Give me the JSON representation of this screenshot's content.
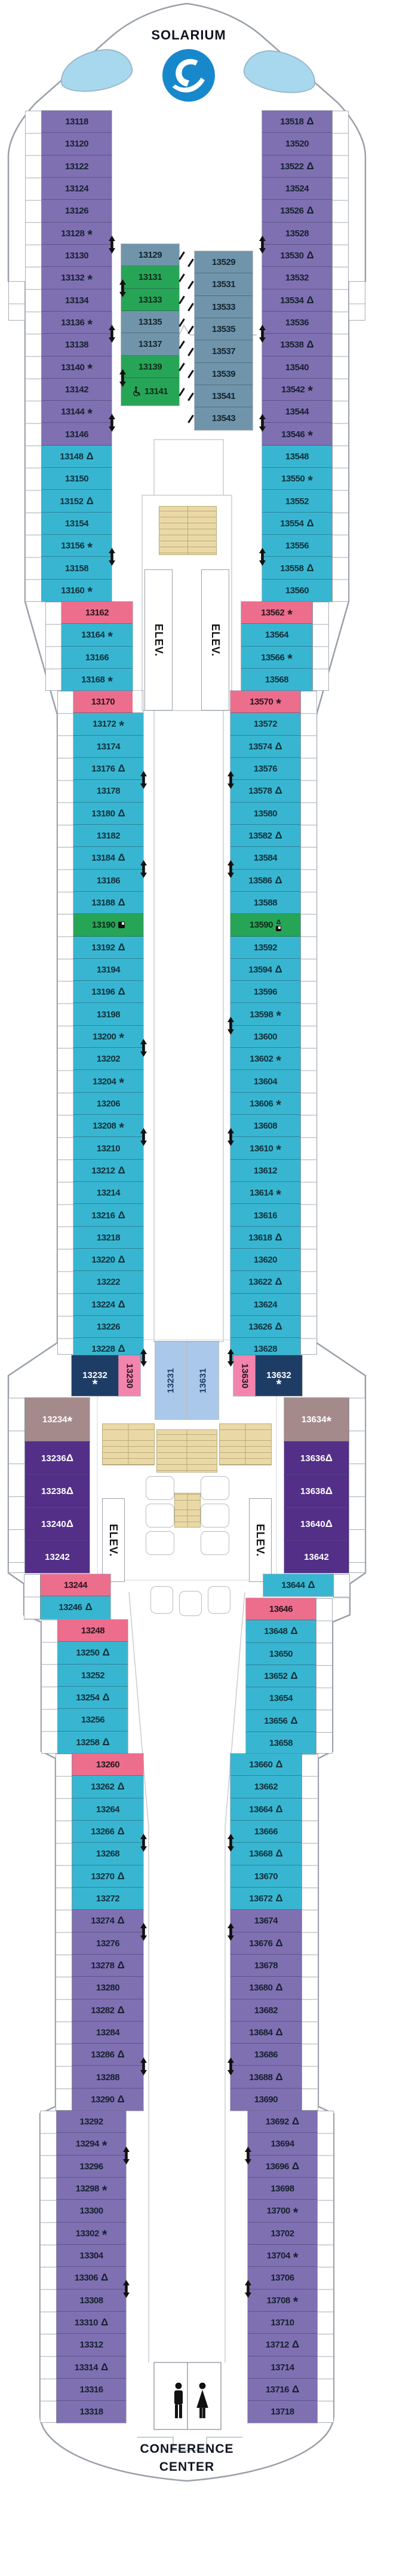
{
  "title": "SOLARIUM",
  "footer": {
    "line1": "CONFERENCE",
    "line2": "CENTER"
  },
  "elevator_label": "ELEV.",
  "colors": {
    "purple": "#7f70b2",
    "teal": "#38b6d1",
    "pink": "#ed6d8c",
    "pink_vertical": "#f384ae",
    "green": "#27a557",
    "slate": "#7095aa",
    "navy": "#1e3d66",
    "mauve": "#a58a8c",
    "dark_purple": "#532f88",
    "periwinkle": "#a9c8ea",
    "stairs_tan": "#ead9a6",
    "pool_blue": "#a8d8ee",
    "logo_blue": "#1788cc"
  },
  "symbols_legend": {
    "t": "triangle",
    "a": "asterisk",
    "s": "sofa-bed",
    "ts": "triangle-and-sofa-bed",
    "w": "wheelchair-accessible"
  },
  "port_forward": [
    {
      "n": "13118",
      "c": "purple",
      "s": ""
    },
    {
      "n": "13120",
      "c": "purple",
      "s": ""
    },
    {
      "n": "13122",
      "c": "purple",
      "s": ""
    },
    {
      "n": "13124",
      "c": "purple",
      "s": ""
    },
    {
      "n": "13126",
      "c": "purple",
      "s": ""
    },
    {
      "n": "13128",
      "c": "purple",
      "s": "a"
    },
    {
      "n": "13130",
      "c": "purple",
      "s": ""
    },
    {
      "n": "13132",
      "c": "purple",
      "s": "a"
    },
    {
      "n": "13134",
      "c": "purple",
      "s": ""
    },
    {
      "n": "13136",
      "c": "purple",
      "s": "a"
    },
    {
      "n": "13138",
      "c": "purple",
      "s": ""
    },
    {
      "n": "13140",
      "c": "purple",
      "s": "a"
    },
    {
      "n": "13142",
      "c": "purple",
      "s": ""
    },
    {
      "n": "13144",
      "c": "purple",
      "s": "a"
    },
    {
      "n": "13146",
      "c": "purple",
      "s": ""
    },
    {
      "n": "13148",
      "c": "teal",
      "s": "t"
    },
    {
      "n": "13150",
      "c": "teal",
      "s": ""
    },
    {
      "n": "13152",
      "c": "teal",
      "s": "t"
    },
    {
      "n": "13154",
      "c": "teal",
      "s": ""
    },
    {
      "n": "13156",
      "c": "teal",
      "s": "a"
    },
    {
      "n": "13158",
      "c": "teal",
      "s": ""
    },
    {
      "n": "13160",
      "c": "teal",
      "s": "a"
    }
  ],
  "port_forward_step": [
    {
      "n": "13162",
      "c": "pink",
      "s": ""
    },
    {
      "n": "13164",
      "c": "teal",
      "s": "a"
    },
    {
      "n": "13166",
      "c": "teal",
      "s": ""
    },
    {
      "n": "13168",
      "c": "teal",
      "s": "a"
    }
  ],
  "port_mid": [
    {
      "n": "13170",
      "c": "pink",
      "s": ""
    },
    {
      "n": "13172",
      "c": "teal",
      "s": "a"
    },
    {
      "n": "13174",
      "c": "teal",
      "s": ""
    },
    {
      "n": "13176",
      "c": "teal",
      "s": "t"
    },
    {
      "n": "13178",
      "c": "teal",
      "s": ""
    },
    {
      "n": "13180",
      "c": "teal",
      "s": "t"
    },
    {
      "n": "13182",
      "c": "teal",
      "s": ""
    },
    {
      "n": "13184",
      "c": "teal",
      "s": "t"
    },
    {
      "n": "13186",
      "c": "teal",
      "s": ""
    },
    {
      "n": "13188",
      "c": "teal",
      "s": "t"
    },
    {
      "n": "13190",
      "c": "green",
      "s": "s"
    },
    {
      "n": "13192",
      "c": "teal",
      "s": "t"
    },
    {
      "n": "13194",
      "c": "teal",
      "s": ""
    },
    {
      "n": "13196",
      "c": "teal",
      "s": "t"
    },
    {
      "n": "13198",
      "c": "teal",
      "s": ""
    },
    {
      "n": "13200",
      "c": "teal",
      "s": "a"
    },
    {
      "n": "13202",
      "c": "teal",
      "s": ""
    },
    {
      "n": "13204",
      "c": "teal",
      "s": "a"
    },
    {
      "n": "13206",
      "c": "teal",
      "s": ""
    },
    {
      "n": "13208",
      "c": "teal",
      "s": "a"
    },
    {
      "n": "13210",
      "c": "teal",
      "s": ""
    },
    {
      "n": "13212",
      "c": "teal",
      "s": "t"
    },
    {
      "n": "13214",
      "c": "teal",
      "s": ""
    },
    {
      "n": "13216",
      "c": "teal",
      "s": "t"
    },
    {
      "n": "13218",
      "c": "teal",
      "s": ""
    },
    {
      "n": "13220",
      "c": "teal",
      "s": "t"
    },
    {
      "n": "13222",
      "c": "teal",
      "s": ""
    },
    {
      "n": "13224",
      "c": "teal",
      "s": "t"
    },
    {
      "n": "13226",
      "c": "teal",
      "s": ""
    },
    {
      "n": "13228",
      "c": "teal",
      "s": "t"
    }
  ],
  "center_port_column": [
    {
      "n": "13129",
      "c": "slate",
      "s": ""
    },
    {
      "n": "13131",
      "c": "green",
      "s": ""
    },
    {
      "n": "13133",
      "c": "green",
      "s": ""
    },
    {
      "n": "13135",
      "c": "slate",
      "s": ""
    },
    {
      "n": "13137",
      "c": "slate",
      "s": ""
    },
    {
      "n": "13139",
      "c": "green",
      "s": ""
    },
    {
      "n": "13141",
      "c": "green",
      "s": "w"
    }
  ],
  "center_stbd_column": [
    {
      "n": "13529",
      "c": "slate",
      "s": ""
    },
    {
      "n": "13531",
      "c": "slate",
      "s": ""
    },
    {
      "n": "13533",
      "c": "slate",
      "s": ""
    },
    {
      "n": "13535",
      "c": "slate",
      "s": ""
    },
    {
      "n": "13537",
      "c": "slate",
      "s": ""
    },
    {
      "n": "13539",
      "c": "slate",
      "s": ""
    },
    {
      "n": "13541",
      "c": "slate",
      "s": ""
    },
    {
      "n": "13543",
      "c": "slate",
      "s": ""
    }
  ],
  "midship_blocks": [
    {
      "n": "13230",
      "c": "pink_vertical",
      "s": "",
      "orient": "vertical"
    },
    {
      "n": "13232",
      "c": "navy",
      "s": "a",
      "orient": "two-line"
    },
    {
      "n": "13231",
      "c": "periwinkle",
      "s": "",
      "orient": "vertical"
    },
    {
      "n": "13631",
      "c": "periwinkle",
      "s": "",
      "orient": "vertical"
    },
    {
      "n": "13630",
      "c": "pink_vertical",
      "s": "",
      "orient": "vertical"
    },
    {
      "n": "13632",
      "c": "navy",
      "s": "a",
      "orient": "two-line"
    },
    {
      "n": "13234",
      "c": "mauve",
      "s": "a",
      "orient": "inline"
    },
    {
      "n": "13634",
      "c": "mauve",
      "s": "a",
      "orient": "inline"
    },
    {
      "n": "13236",
      "c": "dark_purple",
      "s": "t",
      "orient": "inline"
    },
    {
      "n": "13238",
      "c": "dark_purple",
      "s": "t",
      "orient": "inline"
    },
    {
      "n": "13240",
      "c": "dark_purple",
      "s": "t",
      "orient": "inline"
    },
    {
      "n": "13242",
      "c": "dark_purple",
      "s": "",
      "orient": "inline"
    },
    {
      "n": "13636",
      "c": "dark_purple",
      "s": "t",
      "orient": "inline"
    },
    {
      "n": "13638",
      "c": "dark_purple",
      "s": "t",
      "orient": "inline"
    },
    {
      "n": "13640",
      "c": "dark_purple",
      "s": "t",
      "orient": "inline"
    },
    {
      "n": "13642",
      "c": "dark_purple",
      "s": "",
      "orient": "inline"
    }
  ],
  "port_aft_a": [
    {
      "n": "13244",
      "c": "pink",
      "s": ""
    },
    {
      "n": "13246",
      "c": "teal",
      "s": "t"
    }
  ],
  "port_aft_b": [
    {
      "n": "13248",
      "c": "pink",
      "s": ""
    },
    {
      "n": "13250",
      "c": "teal",
      "s": "t"
    },
    {
      "n": "13252",
      "c": "teal",
      "s": ""
    },
    {
      "n": "13254",
      "c": "teal",
      "s": "t"
    },
    {
      "n": "13256",
      "c": "teal",
      "s": ""
    },
    {
      "n": "13258",
      "c": "teal",
      "s": "t"
    }
  ],
  "port_aft_c": [
    {
      "n": "13260",
      "c": "pink",
      "s": ""
    },
    {
      "n": "13262",
      "c": "teal",
      "s": "t"
    },
    {
      "n": "13264",
      "c": "teal",
      "s": ""
    },
    {
      "n": "13266",
      "c": "teal",
      "s": "t"
    },
    {
      "n": "13268",
      "c": "teal",
      "s": ""
    },
    {
      "n": "13270",
      "c": "teal",
      "s": "t"
    },
    {
      "n": "13272",
      "c": "teal",
      "s": ""
    },
    {
      "n": "13274",
      "c": "purple",
      "s": "t"
    },
    {
      "n": "13276",
      "c": "purple",
      "s": ""
    },
    {
      "n": "13278",
      "c": "purple",
      "s": "t"
    },
    {
      "n": "13280",
      "c": "purple",
      "s": ""
    },
    {
      "n": "13282",
      "c": "purple",
      "s": "t"
    },
    {
      "n": "13284",
      "c": "purple",
      "s": ""
    },
    {
      "n": "13286",
      "c": "purple",
      "s": "t"
    },
    {
      "n": "13288",
      "c": "purple",
      "s": ""
    },
    {
      "n": "13290",
      "c": "purple",
      "s": "t"
    }
  ],
  "port_aft_d": [
    {
      "n": "13292",
      "c": "purple",
      "s": ""
    },
    {
      "n": "13294",
      "c": "purple",
      "s": "a"
    },
    {
      "n": "13296",
      "c": "purple",
      "s": ""
    },
    {
      "n": "13298",
      "c": "purple",
      "s": "a"
    },
    {
      "n": "13300",
      "c": "purple",
      "s": ""
    },
    {
      "n": "13302",
      "c": "purple",
      "s": "a"
    },
    {
      "n": "13304",
      "c": "purple",
      "s": ""
    },
    {
      "n": "13306",
      "c": "purple",
      "s": "t"
    },
    {
      "n": "13308",
      "c": "purple",
      "s": ""
    },
    {
      "n": "13310",
      "c": "purple",
      "s": "t"
    },
    {
      "n": "13312",
      "c": "purple",
      "s": ""
    },
    {
      "n": "13314",
      "c": "purple",
      "s": "t"
    },
    {
      "n": "13316",
      "c": "purple",
      "s": ""
    },
    {
      "n": "13318",
      "c": "purple",
      "s": ""
    }
  ],
  "stbd_forward": [
    {
      "n": "13518",
      "c": "purple",
      "s": "t"
    },
    {
      "n": "13520",
      "c": "purple",
      "s": ""
    },
    {
      "n": "13522",
      "c": "purple",
      "s": "t"
    },
    {
      "n": "13524",
      "c": "purple",
      "s": ""
    },
    {
      "n": "13526",
      "c": "purple",
      "s": "t"
    },
    {
      "n": "13528",
      "c": "purple",
      "s": ""
    },
    {
      "n": "13530",
      "c": "purple",
      "s": "t"
    },
    {
      "n": "13532",
      "c": "purple",
      "s": ""
    },
    {
      "n": "13534",
      "c": "purple",
      "s": "t"
    },
    {
      "n": "13536",
      "c": "purple",
      "s": ""
    },
    {
      "n": "13538",
      "c": "purple",
      "s": "t"
    },
    {
      "n": "13540",
      "c": "purple",
      "s": ""
    },
    {
      "n": "13542",
      "c": "purple",
      "s": "a"
    },
    {
      "n": "13544",
      "c": "purple",
      "s": ""
    },
    {
      "n": "13546",
      "c": "purple",
      "s": "a"
    },
    {
      "n": "13548",
      "c": "teal",
      "s": ""
    },
    {
      "n": "13550",
      "c": "teal",
      "s": "a"
    },
    {
      "n": "13552",
      "c": "teal",
      "s": ""
    },
    {
      "n": "13554",
      "c": "teal",
      "s": "t"
    },
    {
      "n": "13556",
      "c": "teal",
      "s": ""
    },
    {
      "n": "13558",
      "c": "teal",
      "s": "t"
    },
    {
      "n": "13560",
      "c": "teal",
      "s": ""
    }
  ],
  "stbd_forward_step": [
    {
      "n": "13562",
      "c": "pink",
      "s": "a"
    },
    {
      "n": "13564",
      "c": "teal",
      "s": ""
    },
    {
      "n": "13566",
      "c": "teal",
      "s": "a"
    },
    {
      "n": "13568",
      "c": "teal",
      "s": ""
    }
  ],
  "stbd_mid": [
    {
      "n": "13570",
      "c": "pink",
      "s": "a"
    },
    {
      "n": "13572",
      "c": "teal",
      "s": ""
    },
    {
      "n": "13574",
      "c": "teal",
      "s": "t"
    },
    {
      "n": "13576",
      "c": "teal",
      "s": ""
    },
    {
      "n": "13578",
      "c": "teal",
      "s": "t"
    },
    {
      "n": "13580",
      "c": "teal",
      "s": ""
    },
    {
      "n": "13582",
      "c": "teal",
      "s": "t"
    },
    {
      "n": "13584",
      "c": "teal",
      "s": ""
    },
    {
      "n": "13586",
      "c": "teal",
      "s": "t"
    },
    {
      "n": "13588",
      "c": "teal",
      "s": ""
    },
    {
      "n": "13590",
      "c": "green",
      "s": "ts"
    },
    {
      "n": "13592",
      "c": "teal",
      "s": ""
    },
    {
      "n": "13594",
      "c": "teal",
      "s": "t"
    },
    {
      "n": "13596",
      "c": "teal",
      "s": ""
    },
    {
      "n": "13598",
      "c": "teal",
      "s": "a"
    },
    {
      "n": "13600",
      "c": "teal",
      "s": ""
    },
    {
      "n": "13602",
      "c": "teal",
      "s": "a"
    },
    {
      "n": "13604",
      "c": "teal",
      "s": ""
    },
    {
      "n": "13606",
      "c": "teal",
      "s": "a"
    },
    {
      "n": "13608",
      "c": "teal",
      "s": ""
    },
    {
      "n": "13610",
      "c": "teal",
      "s": "a"
    },
    {
      "n": "13612",
      "c": "teal",
      "s": ""
    },
    {
      "n": "13614",
      "c": "teal",
      "s": "a"
    },
    {
      "n": "13616",
      "c": "teal",
      "s": ""
    },
    {
      "n": "13618",
      "c": "teal",
      "s": "t"
    },
    {
      "n": "13620",
      "c": "teal",
      "s": ""
    },
    {
      "n": "13622",
      "c": "teal",
      "s": "t"
    },
    {
      "n": "13624",
      "c": "teal",
      "s": ""
    },
    {
      "n": "13626",
      "c": "teal",
      "s": "t"
    },
    {
      "n": "13628",
      "c": "teal",
      "s": ""
    }
  ],
  "stbd_aft_a": [
    {
      "n": "13644",
      "c": "teal",
      "s": "t"
    }
  ],
  "stbd_aft_b": [
    {
      "n": "13646",
      "c": "pink",
      "s": ""
    },
    {
      "n": "13648",
      "c": "teal",
      "s": "t"
    },
    {
      "n": "13650",
      "c": "teal",
      "s": ""
    },
    {
      "n": "13652",
      "c": "teal",
      "s": "t"
    },
    {
      "n": "13654",
      "c": "teal",
      "s": ""
    },
    {
      "n": "13656",
      "c": "teal",
      "s": "t"
    },
    {
      "n": "13658",
      "c": "teal",
      "s": ""
    }
  ],
  "stbd_aft_c": [
    {
      "n": "13660",
      "c": "teal",
      "s": "t"
    },
    {
      "n": "13662",
      "c": "teal",
      "s": ""
    },
    {
      "n": "13664",
      "c": "teal",
      "s": "t"
    },
    {
      "n": "13666",
      "c": "teal",
      "s": ""
    },
    {
      "n": "13668",
      "c": "teal",
      "s": "t"
    },
    {
      "n": "13670",
      "c": "teal",
      "s": ""
    },
    {
      "n": "13672",
      "c": "teal",
      "s": "t"
    },
    {
      "n": "13674",
      "c": "purple",
      "s": ""
    },
    {
      "n": "13676",
      "c": "purple",
      "s": "t"
    },
    {
      "n": "13678",
      "c": "purple",
      "s": ""
    },
    {
      "n": "13680",
      "c": "purple",
      "s": "t"
    },
    {
      "n": "13682",
      "c": "purple",
      "s": ""
    },
    {
      "n": "13684",
      "c": "purple",
      "s": "t"
    },
    {
      "n": "13686",
      "c": "purple",
      "s": ""
    },
    {
      "n": "13688",
      "c": "purple",
      "s": "t"
    },
    {
      "n": "13690",
      "c": "purple",
      "s": ""
    }
  ],
  "stbd_aft_d": [
    {
      "n": "13692",
      "c": "purple",
      "s": "t"
    },
    {
      "n": "13694",
      "c": "purple",
      "s": ""
    },
    {
      "n": "13696",
      "c": "purple",
      "s": "t"
    },
    {
      "n": "13698",
      "c": "purple",
      "s": ""
    },
    {
      "n": "13700",
      "c": "purple",
      "s": "a"
    },
    {
      "n": "13702",
      "c": "purple",
      "s": ""
    },
    {
      "n": "13704",
      "c": "purple",
      "s": "a"
    },
    {
      "n": "13706",
      "c": "purple",
      "s": ""
    },
    {
      "n": "13708",
      "c": "purple",
      "s": "a"
    },
    {
      "n": "13710",
      "c": "purple",
      "s": ""
    },
    {
      "n": "13712",
      "c": "purple",
      "s": "t"
    },
    {
      "n": "13714",
      "c": "purple",
      "s": ""
    },
    {
      "n": "13716",
      "c": "purple",
      "s": "t"
    },
    {
      "n": "13718",
      "c": "purple",
      "s": ""
    }
  ]
}
